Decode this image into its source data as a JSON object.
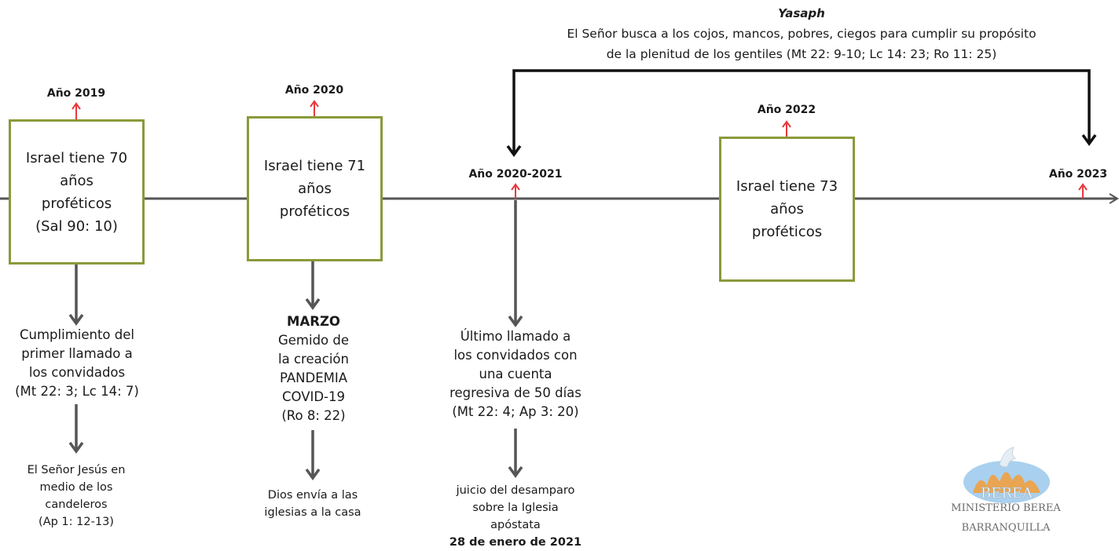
{
  "header": {
    "author": "Yasaph",
    "line1": "El Señor busca a los cojos, mancos, pobres, ciegos para cumplir su propósito",
    "line2": "de la plenitud de los gentiles (Mt 22: 9-10; Lc 14: 23; Ro 11: 25)"
  },
  "years": {
    "y2019": "Año 2019",
    "y2020": "Año 2020",
    "y2020_2021": "Año 2020-2021",
    "y2022": "Año 2022",
    "y2023": "Año 2023"
  },
  "boxes": {
    "box2019": [
      "Israel tiene 70",
      "años",
      "proféticos",
      "(Sal 90: 10)"
    ],
    "box2020": [
      "Israel tiene 71",
      "años",
      "proféticos"
    ],
    "box2022": [
      "Israel tiene 73",
      "años",
      "proféticos"
    ]
  },
  "col2019": {
    "desc": [
      "Cumplimiento del",
      "primer llamado a",
      "los convidados",
      "(Mt 22: 3; Lc 14: 7)"
    ],
    "sub": [
      "El Señor Jesús en",
      "medio de los",
      "candeleros",
      "(Ap 1: 12-13)"
    ]
  },
  "col2020": {
    "title": "MARZO",
    "desc": [
      "Gemido de",
      "la creación",
      "PANDEMIA",
      "COVID-19",
      "(Ro 8: 22)"
    ],
    "sub": [
      "Dios envía a las",
      "iglesias a la casa"
    ]
  },
  "col2021": {
    "desc": [
      "Último llamado a",
      "los convidados con",
      "una cuenta",
      "regresiva de 50 días",
      "(Mt 22: 4; Ap 3: 20)"
    ],
    "sub": [
      "juicio del desamparo",
      "sobre la Iglesia",
      "apóstata"
    ],
    "date": "28 de enero de 2021"
  },
  "logo": {
    "badge": "BEREA",
    "line1": "MINISTERIO BEREA",
    "line2": "BARRANQUILLA"
  },
  "colors": {
    "box_border": "#8a9a3a",
    "timeline": "#555555",
    "year_arrow": "#e8383d",
    "bracket": "#111111"
  }
}
